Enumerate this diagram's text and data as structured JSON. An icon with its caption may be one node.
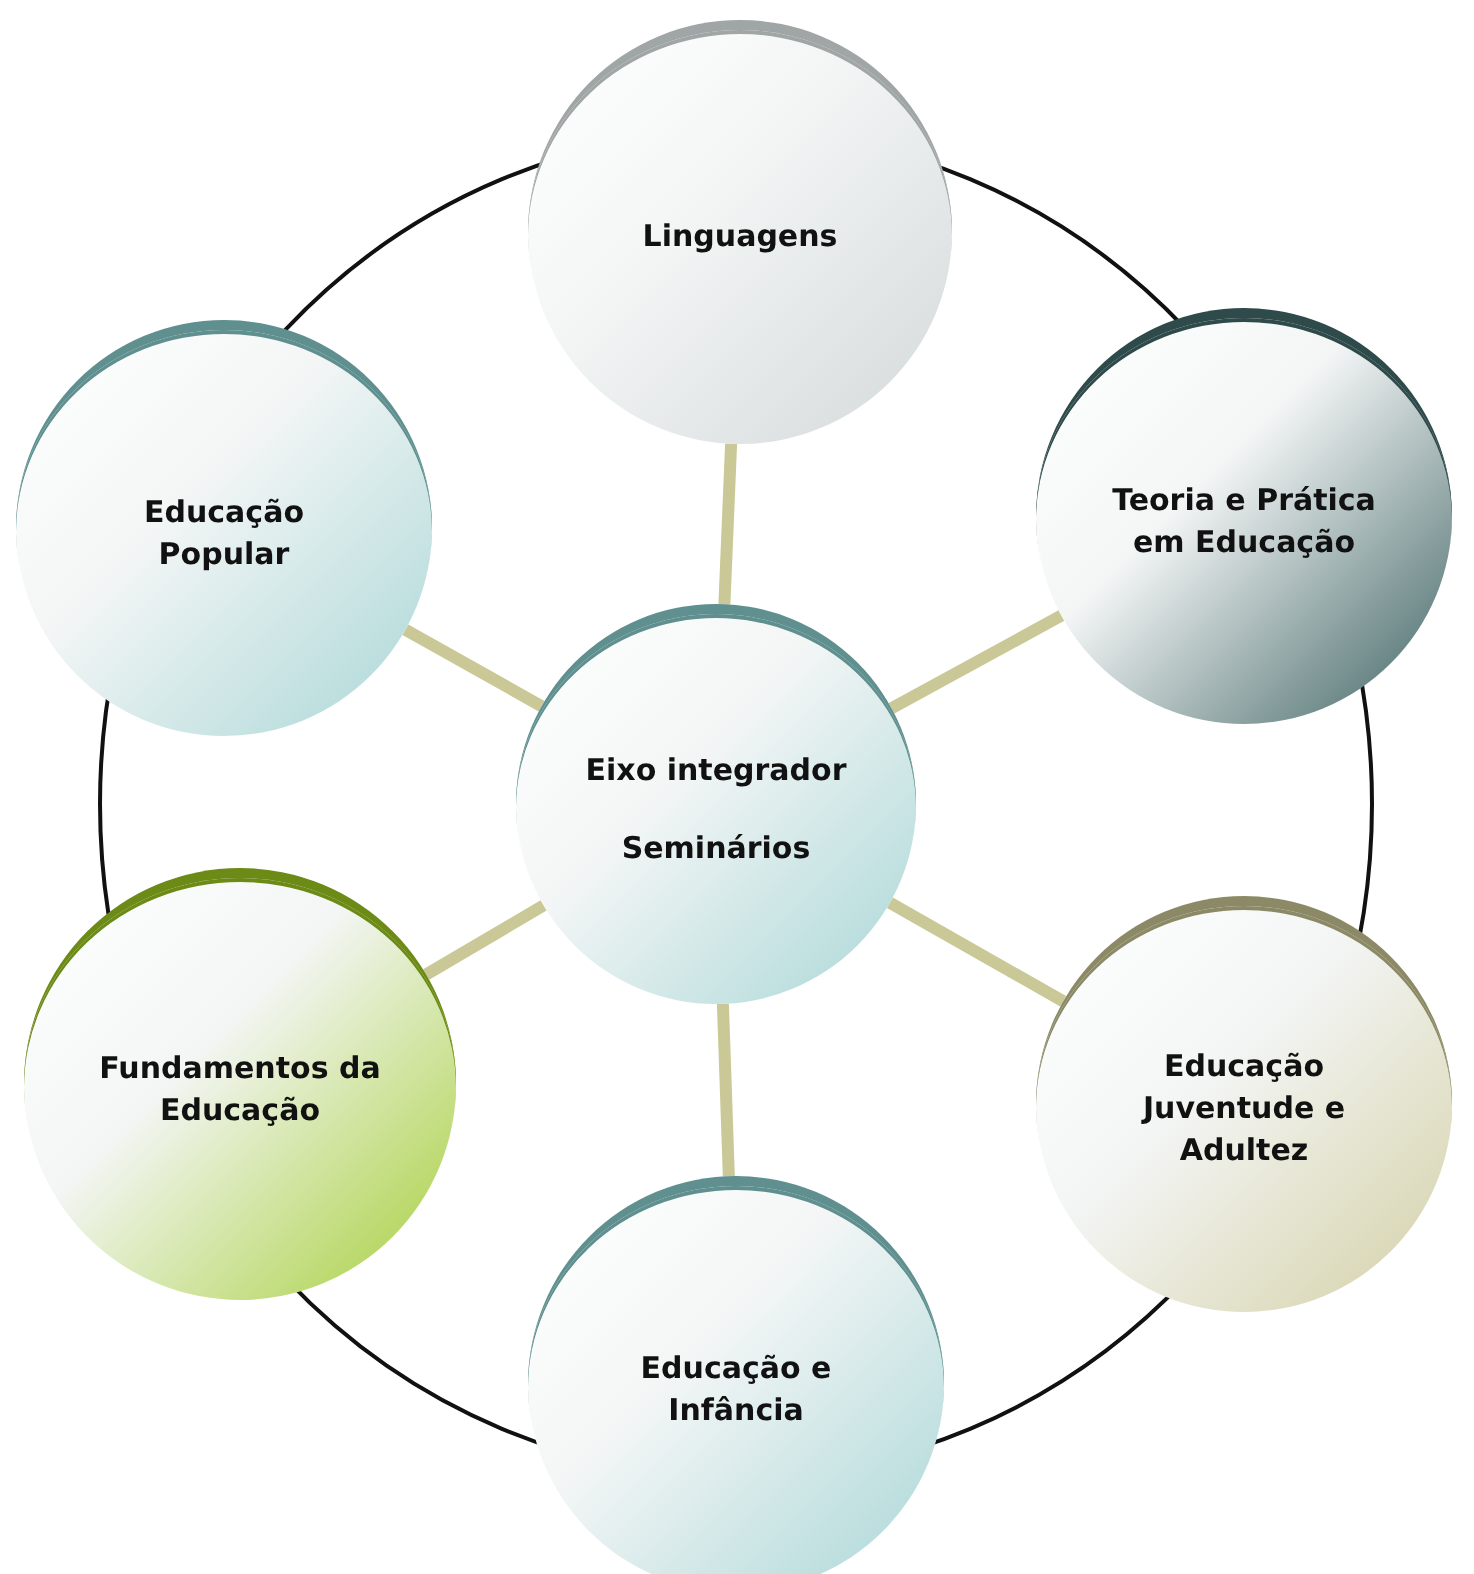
{
  "diagram": {
    "nodes": [
      {
        "text": [
          "Eixo integrador",
          "Seminários"
        ]
      },
      {
        "text": [
          "Linguagens"
        ]
      },
      {
        "text": [
          "Teoria e Prática em Educação"
        ]
      },
      {
        "text": [
          "Educação Juventude e Adultez"
        ]
      },
      {
        "text": [
          "Educação e Infância"
        ]
      },
      {
        "text": [
          "Fundamentos da Educação"
        ]
      },
      {
        "text": [
          "Educação Popular"
        ]
      }
    ],
    "edges": [
      {
        "from": 0,
        "to": 1,
        "arrow": "none"
      },
      {
        "from": 0,
        "to": 2,
        "arrow": "none"
      },
      {
        "from": 0,
        "to": 3,
        "arrow": "none"
      },
      {
        "from": 0,
        "to": 4,
        "arrow": "none"
      },
      {
        "from": 0,
        "to": 5,
        "arrow": "none"
      },
      {
        "from": 0,
        "to": 6,
        "arrow": "none"
      }
    ]
  }
}
